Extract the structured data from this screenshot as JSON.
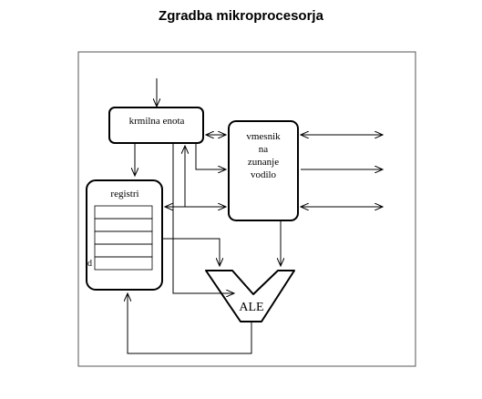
{
  "title": "Zgradba mikroprocesorja",
  "blocks": {
    "control_unit": "krmilna enota",
    "interface": [
      "vmesnik",
      "na",
      "zunanje",
      "vodilo"
    ],
    "registers": "registri",
    "register_mark": "d",
    "alu": "ALE"
  },
  "colors": {
    "line": "#000000",
    "frame": "#555555",
    "background": "#ffffff"
  }
}
